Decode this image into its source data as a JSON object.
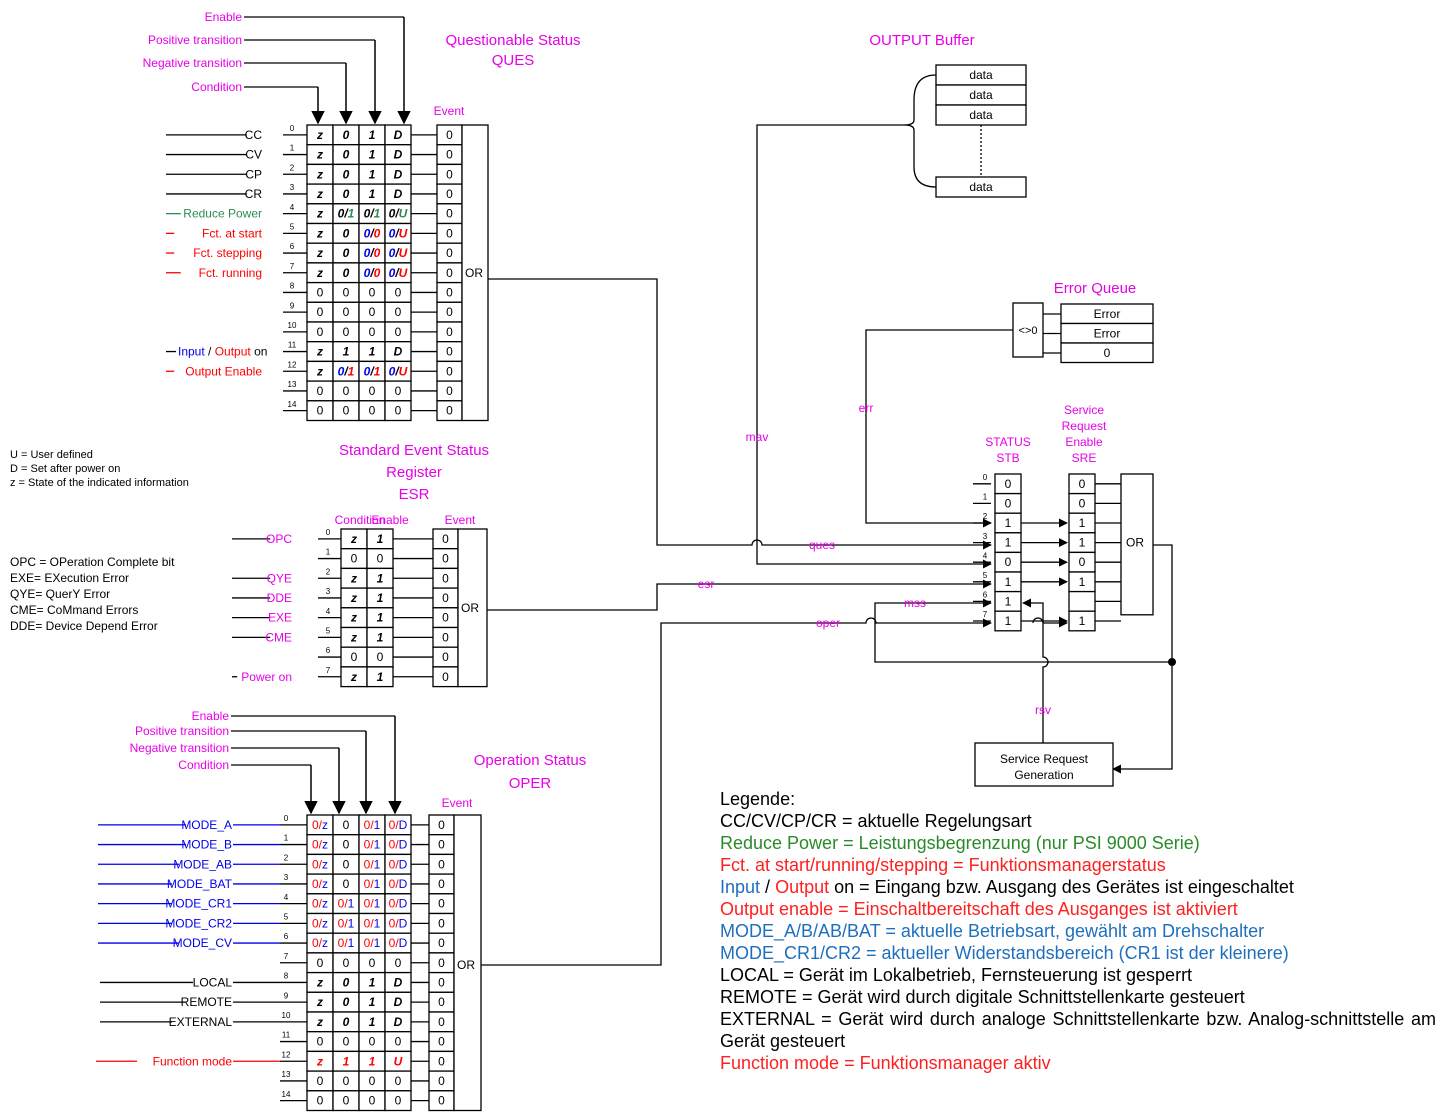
{
  "colors": {
    "magenta": "#e800e8",
    "red": "#ff0000",
    "blue": "#0000ee",
    "green": "#2e8b57",
    "legend_green": "#2a8a2a",
    "legend_blue": "#1f6fbf",
    "legend_red": "#ff2020"
  },
  "ques": {
    "title": [
      "Questionable Status",
      "QUES"
    ],
    "event_label": "Event",
    "control_labels": [
      "Enable",
      "Positive transition",
      "Negative transition",
      "Condition"
    ],
    "rows": [
      {
        "bit": "0",
        "label": "CC",
        "color": "black",
        "cells": [
          "z",
          "0",
          "1",
          "D"
        ],
        "event": "0"
      },
      {
        "bit": "1",
        "label": "CV",
        "color": "black",
        "cells": [
          "z",
          "0",
          "1",
          "D"
        ],
        "event": "0"
      },
      {
        "bit": "2",
        "label": "CP",
        "color": "black",
        "cells": [
          "z",
          "0",
          "1",
          "D"
        ],
        "event": "0"
      },
      {
        "bit": "3",
        "label": "CR",
        "color": "black",
        "cells": [
          "z",
          "0",
          "1",
          "D"
        ],
        "event": "0"
      },
      {
        "bit": "4",
        "label": "Reduce Power",
        "color": "green",
        "cells": [
          "z",
          "0/1",
          "0/1",
          "0/U"
        ],
        "event": "0"
      },
      {
        "bit": "5",
        "label": "Fct. at start",
        "color": "red",
        "cells": [
          "z",
          "0",
          "0/0",
          "0/U"
        ],
        "event": "0"
      },
      {
        "bit": "6",
        "label": "Fct. stepping",
        "color": "red",
        "cells": [
          "z",
          "0",
          "0/0",
          "0/U"
        ],
        "event": "0"
      },
      {
        "bit": "7",
        "label": "Fct. running",
        "color": "red",
        "cells": [
          "z",
          "0",
          "0/0",
          "0/U"
        ],
        "event": "0"
      },
      {
        "bit": "8",
        "label": "",
        "color": "black",
        "cells": [
          "0",
          "0",
          "0",
          "0"
        ],
        "event": "0"
      },
      {
        "bit": "9",
        "label": "",
        "color": "black",
        "cells": [
          "0",
          "0",
          "0",
          "0"
        ],
        "event": "0"
      },
      {
        "bit": "10",
        "label": "",
        "color": "black",
        "cells": [
          "0",
          "0",
          "0",
          "0"
        ],
        "event": "0"
      },
      {
        "bit": "11",
        "label_parts": [
          [
            "Input",
            "blue"
          ],
          [
            " / ",
            "black"
          ],
          [
            "Output",
            "red"
          ],
          [
            " on",
            "black"
          ]
        ],
        "cells": [
          "z",
          "1",
          "1",
          "D"
        ],
        "event": "0"
      },
      {
        "bit": "12",
        "label": "Output Enable",
        "color": "red",
        "cells": [
          "z",
          "0/1",
          "0/1",
          "0/U"
        ],
        "event": "0"
      },
      {
        "bit": "13",
        "label": "",
        "color": "black",
        "cells": [
          "0",
          "0",
          "0",
          "0"
        ],
        "event": "0"
      },
      {
        "bit": "14",
        "label": "",
        "color": "black",
        "cells": [
          "0",
          "0",
          "0",
          "0"
        ],
        "event": "0"
      }
    ],
    "or_label": "OR"
  },
  "esr": {
    "title": [
      "Standard Event Status",
      "Register",
      "ESR"
    ],
    "col_labels": [
      "Condition",
      "Enable"
    ],
    "event_label": "Event",
    "rows": [
      {
        "bit": "0",
        "label": "OPC",
        "cells": [
          "z",
          "1"
        ],
        "event": "0"
      },
      {
        "bit": "1",
        "label": "",
        "cells": [
          "0",
          "0"
        ],
        "event": "0"
      },
      {
        "bit": "2",
        "label": "QYE",
        "cells": [
          "z",
          "1"
        ],
        "event": "0"
      },
      {
        "bit": "3",
        "label": "DDE",
        "cells": [
          "z",
          "1"
        ],
        "event": "0"
      },
      {
        "bit": "4",
        "label": "EXE",
        "cells": [
          "z",
          "1"
        ],
        "event": "0"
      },
      {
        "bit": "5",
        "label": "CME",
        "cells": [
          "z",
          "1"
        ],
        "event": "0"
      },
      {
        "bit": "6",
        "label": "",
        "cells": [
          "0",
          "0"
        ],
        "event": "0"
      },
      {
        "bit": "7",
        "label": "Power on",
        "cells": [
          "z",
          "1"
        ],
        "event": "0"
      }
    ],
    "or_label": "OR"
  },
  "oper": {
    "title": [
      "Operation Status",
      "OPER"
    ],
    "event_label": "Event",
    "control_labels": [
      "Enable",
      "Positive transition",
      "Negative transition",
      "Condition"
    ],
    "rows": [
      {
        "bit": "0",
        "label": "MODE_A",
        "color": "blue",
        "cells": [
          "0/z",
          "0",
          "0/1",
          "0/D"
        ],
        "event": "0"
      },
      {
        "bit": "1",
        "label": "MODE_B",
        "color": "blue",
        "cells": [
          "0/z",
          "0",
          "0/1",
          "0/D"
        ],
        "event": "0"
      },
      {
        "bit": "2",
        "label": "MODE_AB",
        "color": "blue",
        "cells": [
          "0/z",
          "0",
          "0/1",
          "0/D"
        ],
        "event": "0"
      },
      {
        "bit": "3",
        "label": "MODE_BAT",
        "color": "blue",
        "cells": [
          "0/z",
          "0",
          "0/1",
          "0/D"
        ],
        "event": "0"
      },
      {
        "bit": "4",
        "label": "MODE_CR1",
        "color": "blue",
        "cells": [
          "0/z",
          "0/1",
          "0/1",
          "0/D"
        ],
        "event": "0"
      },
      {
        "bit": "5",
        "label": "MODE_CR2",
        "color": "blue",
        "cells": [
          "0/z",
          "0/1",
          "0/1",
          "0/D"
        ],
        "event": "0"
      },
      {
        "bit": "6",
        "label": "MODE_CV",
        "color": "blue",
        "cells": [
          "0/z",
          "0/1",
          "0/1",
          "0/D"
        ],
        "event": "0"
      },
      {
        "bit": "7",
        "label": "",
        "color": "black",
        "cells": [
          "0",
          "0",
          "0",
          "0"
        ],
        "event": "0"
      },
      {
        "bit": "8",
        "label": "LOCAL",
        "color": "black",
        "cells": [
          "z",
          "0",
          "1",
          "D"
        ],
        "event": "0"
      },
      {
        "bit": "9",
        "label": "REMOTE",
        "color": "black",
        "cells": [
          "z",
          "0",
          "1",
          "D"
        ],
        "event": "0"
      },
      {
        "bit": "10",
        "label": "EXTERNAL",
        "color": "black",
        "cells": [
          "z",
          "0",
          "1",
          "D"
        ],
        "event": "0"
      },
      {
        "bit": "11",
        "label": "",
        "color": "black",
        "cells": [
          "0",
          "0",
          "0",
          "0"
        ],
        "event": "0"
      },
      {
        "bit": "12",
        "label": "Function mode",
        "color": "red",
        "cells": [
          "z",
          "1",
          "1",
          "U"
        ],
        "event": "0"
      },
      {
        "bit": "13",
        "label": "",
        "color": "black",
        "cells": [
          "0",
          "0",
          "0",
          "0"
        ],
        "event": "0"
      },
      {
        "bit": "14",
        "label": "",
        "color": "black",
        "cells": [
          "0",
          "0",
          "0",
          "0"
        ],
        "event": "0"
      }
    ],
    "or_label": "OR"
  },
  "notes_ques": [
    "U = User defined",
    "D = Set after power on",
    "z = State of the indicated information"
  ],
  "notes_esr": [
    "OPC = OPeration Complete bit",
    "EXE= EXecution Error",
    "QYE= QuerY Error",
    "CME= CoMmand Errors",
    "DDE= Device Depend Error"
  ],
  "output_buffer": {
    "title": "OUTPUT Buffer",
    "cells": [
      "data",
      "data",
      "data"
    ],
    "last": "data"
  },
  "error_queue": {
    "title": "Error Queue",
    "neq": "<>0",
    "cells": [
      "Error",
      "Error",
      "0"
    ]
  },
  "stb": {
    "title": [
      "STATUS",
      "STB"
    ],
    "bits": [
      "0",
      "1",
      "2",
      "3",
      "4",
      "5",
      "6",
      "7"
    ],
    "values": [
      "0",
      "0",
      "1",
      "1",
      "0",
      "1",
      "1",
      "1"
    ]
  },
  "sre": {
    "title": [
      "Service",
      "Request",
      "Enable",
      "SRE"
    ],
    "values": [
      "0",
      "0",
      "1",
      "1",
      "0",
      "1",
      "",
      ""
    ],
    "last": "1",
    "or_label": "OR"
  },
  "signals": {
    "mav": "mav",
    "err": "err",
    "ques": "ques",
    "esr": "esr",
    "oper": "oper",
    "mss": "mss",
    "rsv": "rsv"
  },
  "srg": [
    "Service Request",
    "Generation"
  ],
  "legend": {
    "title": "Legende:",
    "lines": [
      [
        [
          "CC/CV/CP/CR = aktuelle Regelungsart",
          "black"
        ]
      ],
      [
        [
          "Reduce Power = Leistungsbegrenzung (nur PSI 9000 Serie)",
          "green"
        ]
      ],
      [
        [
          "Fct. at start/running/stepping = Funktionsmanagerstatus",
          "red"
        ]
      ],
      [
        [
          "Input",
          "blue"
        ],
        [
          " / ",
          "black"
        ],
        [
          "Output",
          "red"
        ],
        [
          " on = Eingang bzw. Ausgang des Gerätes ist eingeschaltet",
          "black"
        ]
      ],
      [
        [
          "Output enable = Einschaltbereitschaft des Ausganges ist aktiviert",
          "red"
        ]
      ],
      [
        [
          "MODE_A/B/AB/BAT = aktuelle Betriebsart, gewählt am Drehschalter",
          "blue"
        ]
      ],
      [
        [
          "MODE_CR1/CR2 = aktueller Widerstandsbereich (CR1 ist der kleinere)",
          "blue"
        ]
      ],
      [
        [
          "LOCAL = Gerät im Lokalbetrieb, Fernsteuerung ist gesperrt",
          "black"
        ]
      ],
      [
        [
          "REMOTE = Gerät wird durch digitale Schnittstellenkarte gesteuert",
          "black"
        ]
      ],
      [
        [
          "EXTERNAL = Gerät wird durch analoge Schnittstellenkarte bzw. Analog-schnittstelle am Gerät gesteuert",
          "black"
        ]
      ],
      [
        [
          "Function mode = Funktionsmanager aktiv",
          "red"
        ]
      ]
    ]
  }
}
